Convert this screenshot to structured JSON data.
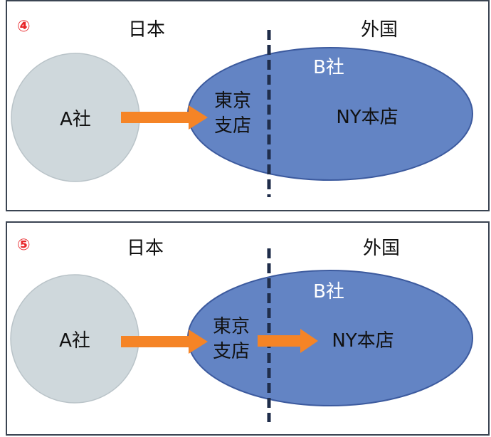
{
  "colors": {
    "circle_fill": "#cfd8dc",
    "ellipse_fill": "#6384c4",
    "ellipse_stroke": "#3c5a9e",
    "arrow": "#f58426",
    "badge": "#e8262a",
    "border_line": "#1f2d4a"
  },
  "panels": [
    {
      "number": "④",
      "left_region": "日本",
      "right_region": "外国",
      "company_a": "A社",
      "company_b": "B社",
      "branch_line1": "東京",
      "branch_line2": "支店",
      "hq": "NY本店"
    },
    {
      "number": "⑤",
      "left_region": "日本",
      "right_region": "外国",
      "company_a": "A社",
      "company_b": "B社",
      "branch_line1": "東京",
      "branch_line2": "支店",
      "hq": "NY本店"
    }
  ]
}
